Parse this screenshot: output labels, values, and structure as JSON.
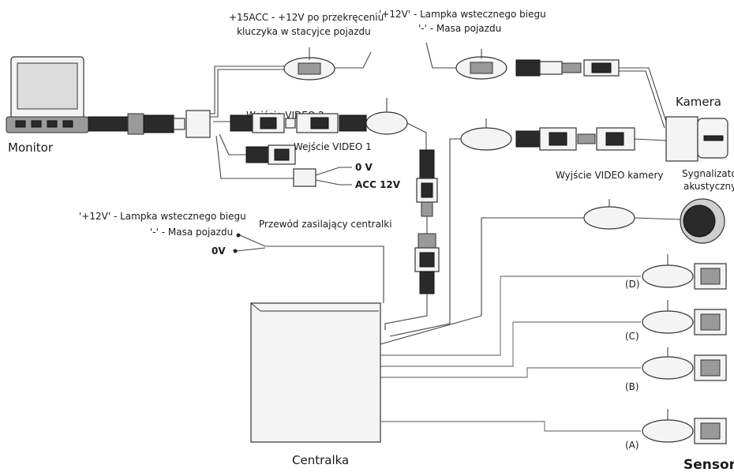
{
  "labels": {
    "acc_note_line1": "+15ACC - +12V po przekręceniu",
    "acc_note_line2": "kluczyka w stacyjce pojazdu",
    "reverse_top_line1": "'+12V' - Lampka wstecznego biegu",
    "reverse_top_line2": "'-' - Masa pojazdu",
    "monitor": "Monitor",
    "video2": "Wejście VIDEO 2",
    "video1": "Wejście VIDEO 1",
    "zero_v_top": "0 V",
    "acc12v": "ACC 12V",
    "camera": "Kamera",
    "video_out": "Wyjście VIDEO kamery",
    "buzzer_line1": "Sygnalizator",
    "buzzer_line2": "akustyczny",
    "reverse_left_line1": "'+12V' - Lampka wstecznego biegu",
    "reverse_left_line2": "'-' - Masa pojazdu",
    "zero_v_left": "0V",
    "power_cable": "Przewód zasilający centralki",
    "control_unit": "Centralka",
    "sensor": "Sensor",
    "sensor_d": "(D)",
    "sensor_c": "(C)",
    "sensor_b": "(B)",
    "sensor_a": "(A)"
  }
}
